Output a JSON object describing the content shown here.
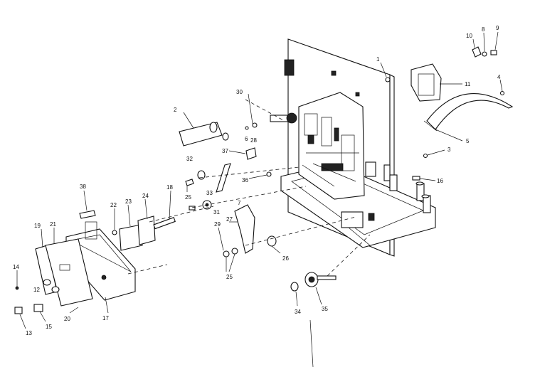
{
  "diagram": {
    "callouts": [
      "1",
      "2",
      "3",
      "4",
      "5",
      "6",
      "7",
      "8",
      "9",
      "10",
      "11",
      "12",
      "13",
      "14",
      "15",
      "16",
      "17",
      "18",
      "19",
      "20",
      "21",
      "22",
      "23",
      "24",
      "25",
      "26",
      "27",
      "28",
      "29",
      "30",
      "31",
      "32",
      "33",
      "34",
      "35",
      "36",
      "37",
      "38"
    ]
  }
}
